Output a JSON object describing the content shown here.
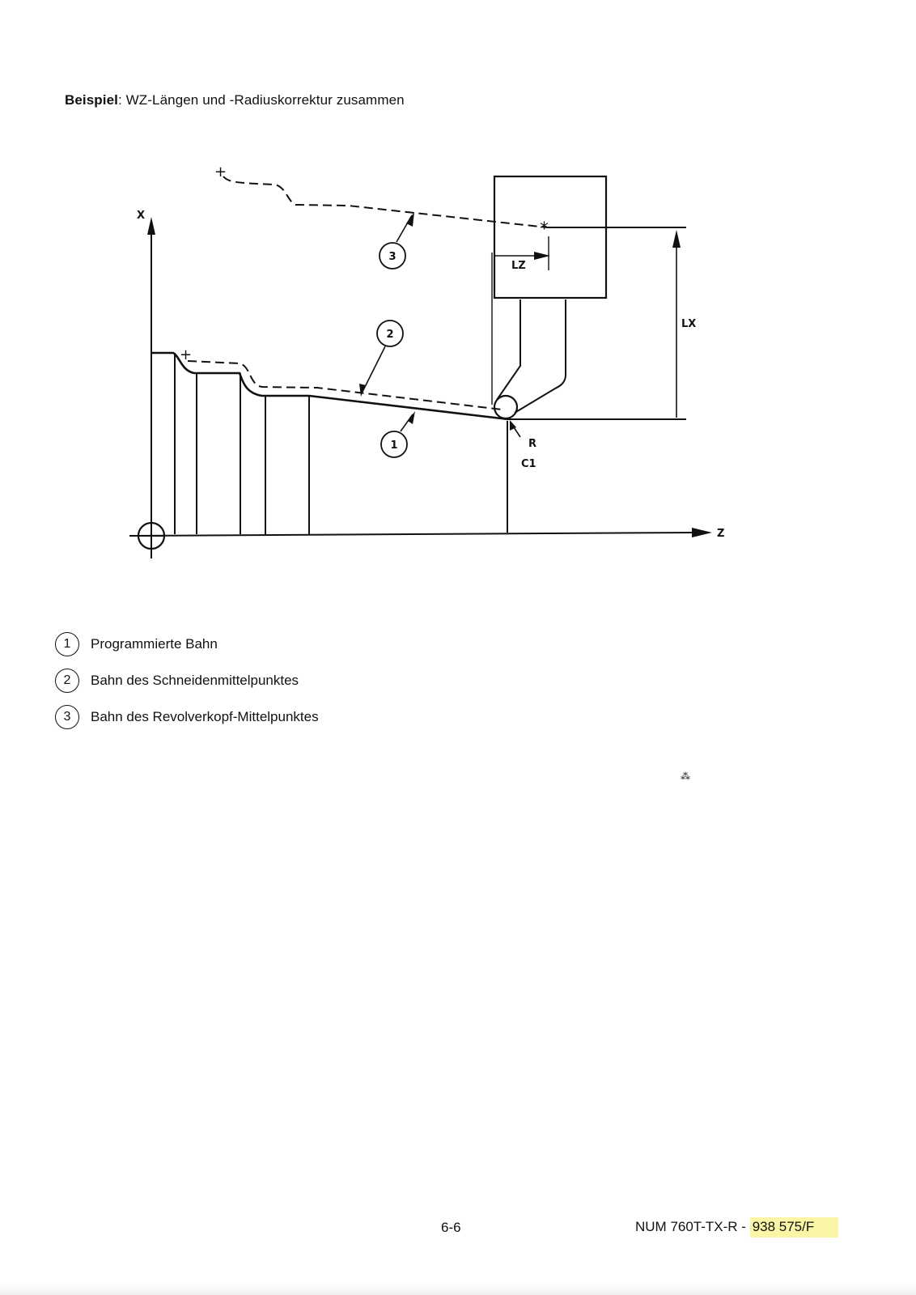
{
  "header": {
    "label_bold": "Beispiel",
    "label_rest": ": WZ-Längen und -Radiuskorrektur zusammen"
  },
  "drawing": {
    "axis_x_label": "X",
    "axis_z_label": "Z",
    "dim_lz": "LZ",
    "dim_lx": "LX",
    "tip_r": "R",
    "tip_c1": "C1",
    "callout_1": "1",
    "callout_2": "2",
    "callout_3": "3"
  },
  "legend": [
    {
      "num": "1",
      "text": "Programmierte Bahn"
    },
    {
      "num": "2",
      "text": "Bahn des Schneidenmittelpunktes"
    },
    {
      "num": "3",
      "text": "Bahn des Revolverkopf-Mittelpunktes"
    }
  ],
  "footer": {
    "page": "6-6",
    "ref_prefix": "NUM 760T-TX-R - ",
    "ref_code": "938 575/F"
  },
  "colors": {
    "ink": "#111111",
    "highlight": "#fbf6a6"
  }
}
